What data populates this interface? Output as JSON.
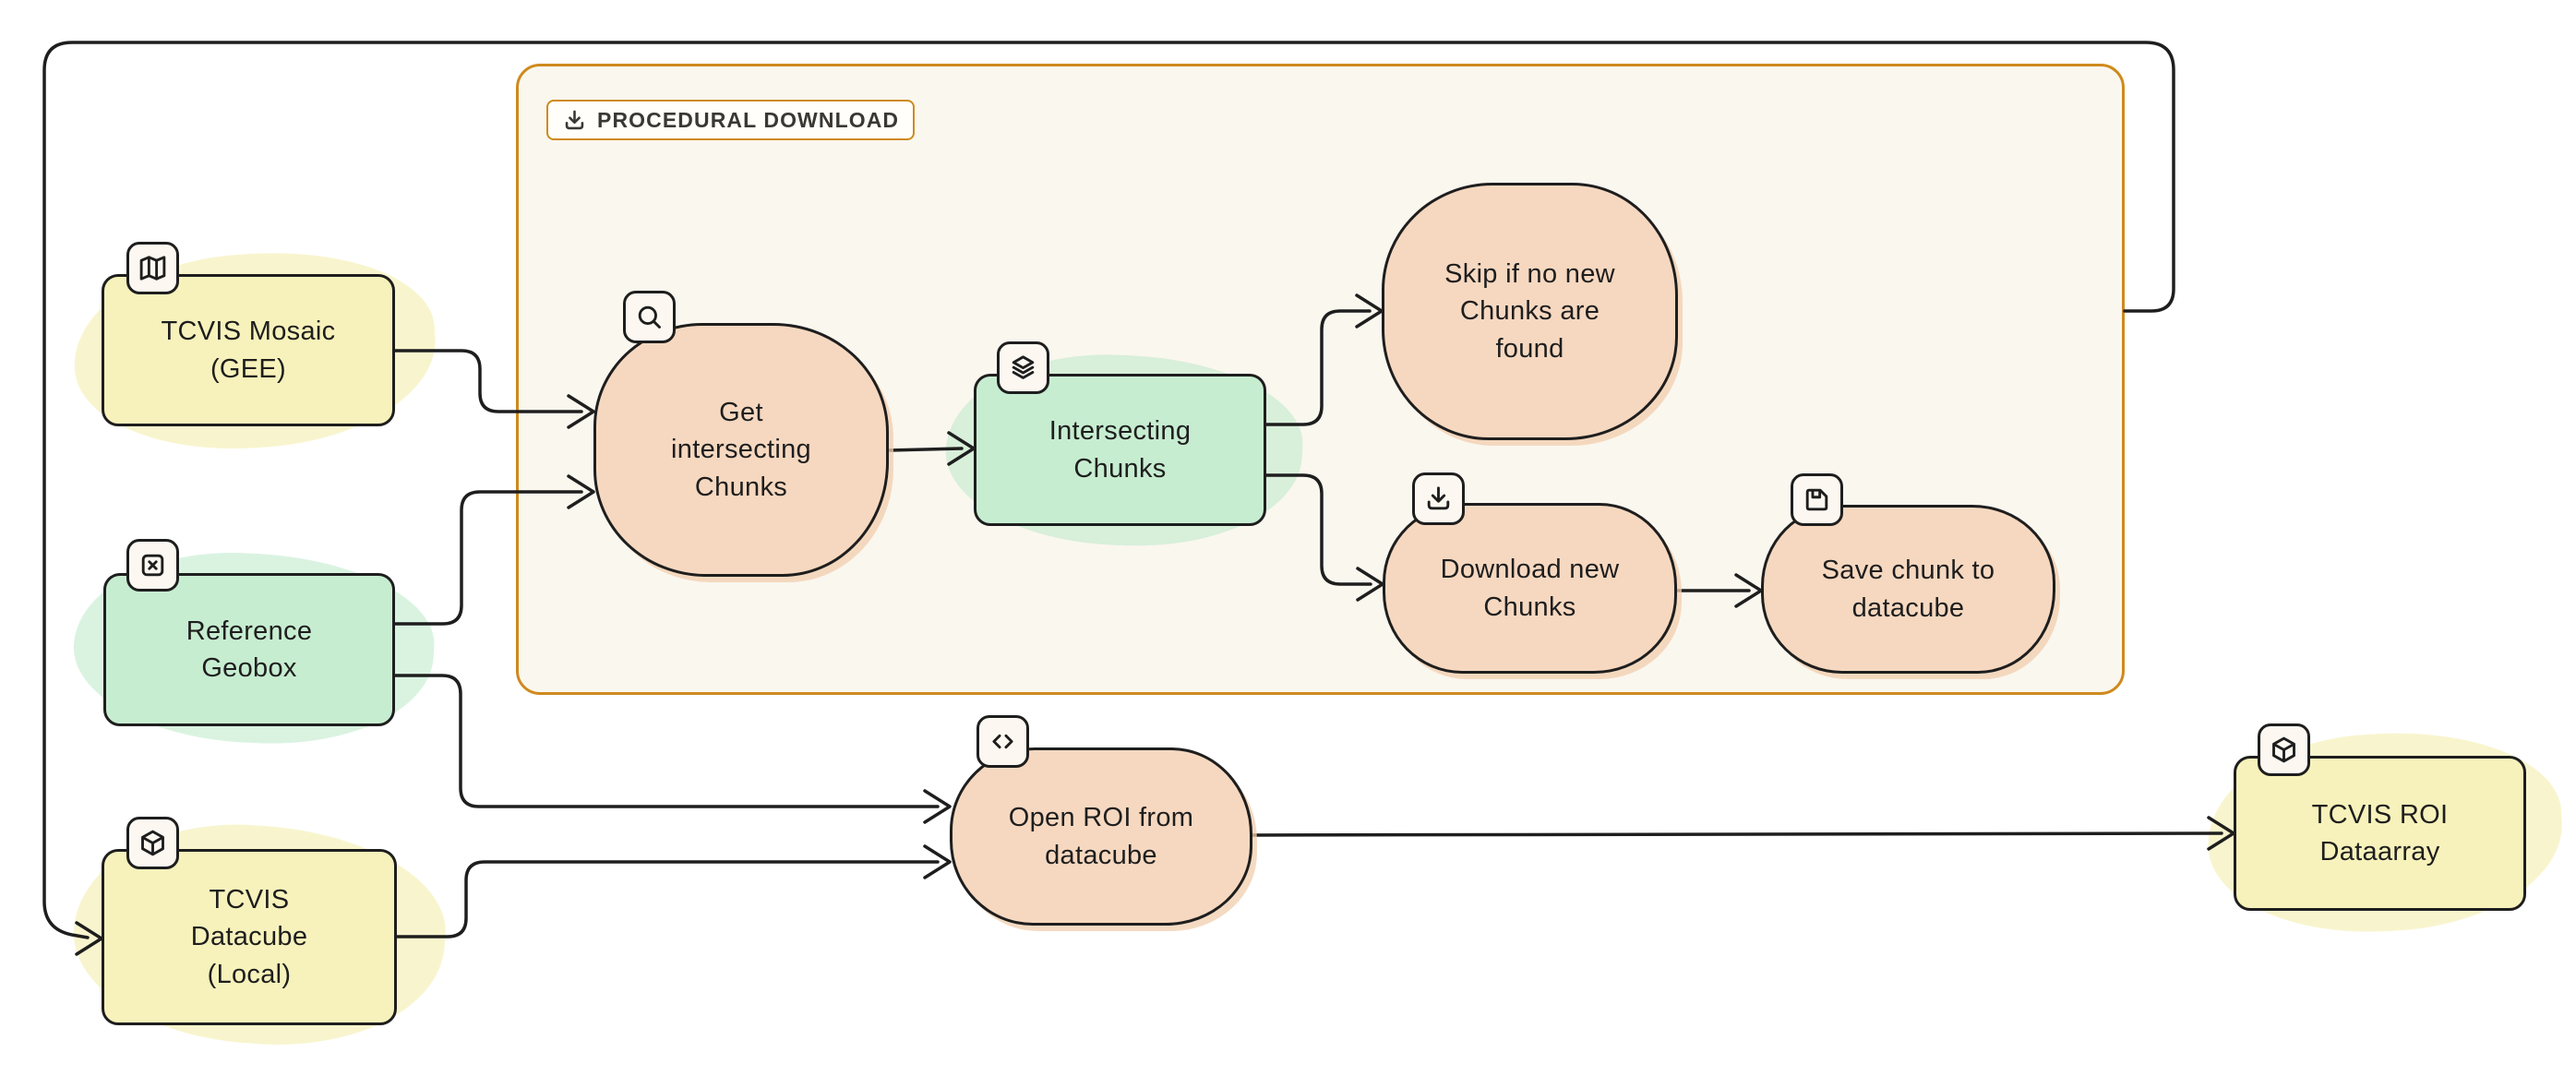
{
  "theme": {
    "stroke": "#1e1e1e",
    "orange": "#cf8a1d",
    "cream": "#faf7ef",
    "yellow": "#f7f2bb",
    "green": "#c7edd1",
    "peach": "#f6d8c0"
  },
  "container": {
    "label": "PROCEDURAL DOWNLOAD",
    "icon": "download-icon"
  },
  "nodes": {
    "tcvis_mosaic": {
      "label": "TCVIS Mosaic\n(GEE)",
      "kind": "data",
      "fill": "yellow",
      "icon": "map-icon"
    },
    "reference_geobox": {
      "label": "Reference\nGeobox",
      "kind": "data",
      "fill": "green",
      "icon": "x-box-icon"
    },
    "tcvis_datacube": {
      "label": "TCVIS\nDatacube\n(Local)",
      "kind": "data",
      "fill": "yellow",
      "icon": "package-icon"
    },
    "get_intersecting_chunks": {
      "label": "Get\nintersecting\nChunks",
      "kind": "process",
      "fill": "peach",
      "icon": "search-icon"
    },
    "intersecting_chunks": {
      "label": "Intersecting\nChunks",
      "kind": "data",
      "fill": "green",
      "icon": "layers-icon"
    },
    "skip_if_no_new_chunks": {
      "label": "Skip if no new\nChunks are\nfound",
      "kind": "process",
      "fill": "peach",
      "icon": null
    },
    "download_new_chunks": {
      "label": "Download new\nChunks",
      "kind": "process",
      "fill": "peach",
      "icon": "download-icon"
    },
    "save_chunk_to_datacube": {
      "label": "Save chunk to\ndatacube",
      "kind": "process",
      "fill": "peach",
      "icon": "save-icon"
    },
    "open_roi_from_datacube": {
      "label": "Open ROI from\ndatacube",
      "kind": "process",
      "fill": "peach",
      "icon": "code-icon"
    },
    "tcvis_roi_dataarray": {
      "label": "TCVIS ROI\nDataarray",
      "kind": "data",
      "fill": "yellow",
      "icon": "package-icon"
    }
  },
  "edges": [
    {
      "from": "tcvis_mosaic",
      "to": "get_intersecting_chunks"
    },
    {
      "from": "reference_geobox",
      "to": "get_intersecting_chunks"
    },
    {
      "from": "reference_geobox",
      "to": "open_roi_from_datacube"
    },
    {
      "from": "tcvis_datacube",
      "to": "open_roi_from_datacube"
    },
    {
      "from": "get_intersecting_chunks",
      "to": "intersecting_chunks"
    },
    {
      "from": "intersecting_chunks",
      "to": "skip_if_no_new_chunks"
    },
    {
      "from": "intersecting_chunks",
      "to": "download_new_chunks"
    },
    {
      "from": "download_new_chunks",
      "to": "save_chunk_to_datacube"
    },
    {
      "from": "open_roi_from_datacube",
      "to": "tcvis_roi_dataarray"
    },
    {
      "from": "procedural_download_container",
      "to": "tcvis_datacube"
    }
  ]
}
